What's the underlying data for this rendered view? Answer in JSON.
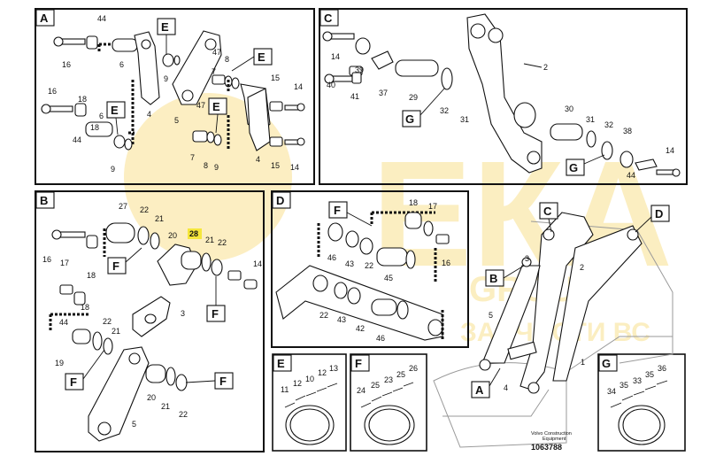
{
  "panels": {
    "A": {
      "label": "A",
      "callouts": [
        "E",
        "E",
        "E",
        "E"
      ],
      "numbers": [
        "44",
        "16",
        "6",
        "9",
        "47",
        "8",
        "7",
        "15",
        "14",
        "4",
        "5",
        "18",
        "16",
        "18",
        "6",
        "44",
        "9",
        "47",
        "8",
        "7",
        "9",
        "4",
        "15",
        "14"
      ]
    },
    "B": {
      "label": "B",
      "callouts": [
        "F",
        "F",
        "F",
        "F"
      ],
      "numbers": [
        "27",
        "22",
        "21",
        "16",
        "17",
        "18",
        "20",
        "28",
        "21",
        "22",
        "14",
        "3",
        "44",
        "22",
        "21",
        "18",
        "19",
        "20",
        "21",
        "22",
        "5"
      ]
    },
    "C": {
      "label": "C",
      "callouts": [
        "G",
        "G"
      ],
      "numbers": [
        "14",
        "39",
        "37",
        "29",
        "32",
        "31",
        "2",
        "40",
        "41",
        "30",
        "31",
        "32",
        "38",
        "14",
        "44"
      ]
    },
    "D": {
      "label": "D",
      "callouts": [
        "F"
      ],
      "numbers": [
        "18",
        "17",
        "46",
        "43",
        "22",
        "16",
        "45",
        "22",
        "43",
        "42",
        "46"
      ]
    },
    "E": {
      "label": "E",
      "numbers": [
        "11",
        "12",
        "10",
        "12",
        "13"
      ]
    },
    "F": {
      "label": "F",
      "numbers": [
        "24",
        "25",
        "23",
        "25",
        "26"
      ]
    },
    "G": {
      "label": "G",
      "numbers": [
        "34",
        "35",
        "33",
        "35",
        "36"
      ]
    },
    "overview": {
      "callouts": [
        "C",
        "D",
        "B",
        "A"
      ],
      "numbers": [
        "3",
        "2",
        "5",
        "4",
        "1"
      ]
    }
  },
  "highlight": {
    "number": "28",
    "color": "#f5e63b"
  },
  "footer": {
    "line1": "Volvo Construction",
    "line2": "Equipment",
    "code": "1063788"
  },
  "watermark": {
    "text": "ЕКА",
    "sub1": "GROUP",
    "sub2": "ЗАПЧАСТИ ВС",
    "color": "#f3c324"
  }
}
